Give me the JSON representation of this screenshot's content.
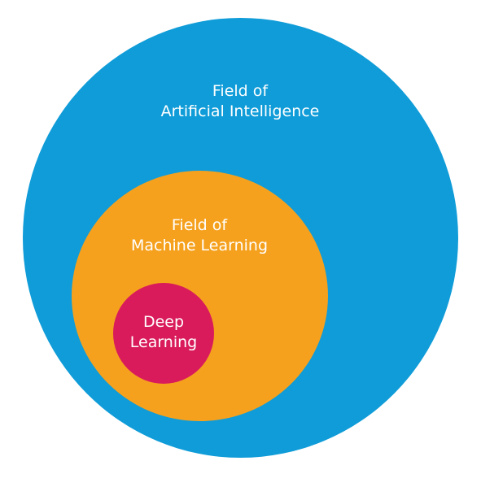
{
  "colors": {
    "ai_circle": "#0f9cd8",
    "ml_circle": "#f5a11e",
    "dl_circle": "#d91b5c",
    "text": "#ffffff"
  },
  "diagram": {
    "outer": {
      "line1": "Field of",
      "line2": "Artificial Intelligence"
    },
    "middle": {
      "line1": "Field of",
      "line2": "Machine Learning"
    },
    "inner": {
      "line1": "Deep",
      "line2": "Learning"
    }
  }
}
